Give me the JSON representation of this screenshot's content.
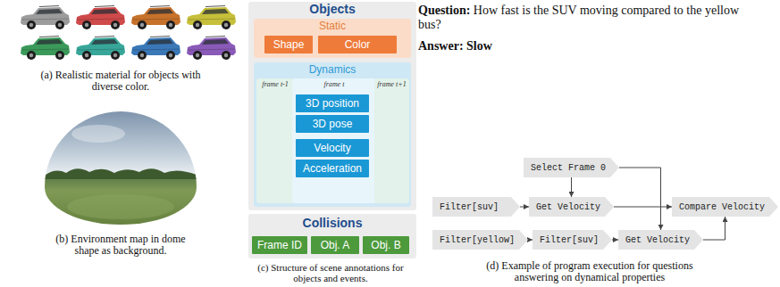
{
  "diagram": {
    "nodes": [
      {
        "text": [
          "Objects"
        ]
      },
      {
        "text": [
          "Static"
        ],
        "in": 0
      },
      {
        "text": [
          "Shape"
        ],
        "in": 1
      },
      {
        "text": [
          "Color"
        ],
        "in": 1
      },
      {
        "text": [
          "Dynamics"
        ],
        "in": 0
      },
      {
        "text": [
          "frame t-1"
        ],
        "in": 4
      },
      {
        "text": [
          "frame t"
        ],
        "in": 4
      },
      {
        "text": [
          "frame t+1"
        ],
        "in": 4
      },
      {
        "text": [
          "3D position"
        ],
        "in": 6
      },
      {
        "text": [
          "3D pose"
        ],
        "in": 6
      },
      {
        "text": [
          "Velocity"
        ],
        "in": 6
      },
      {
        "text": [
          "Acceleration"
        ],
        "in": 6
      },
      {
        "text": [
          "Collisions"
        ]
      },
      {
        "text": [
          "Frame ID"
        ],
        "in": 12
      },
      {
        "text": [
          "Obj. A"
        ],
        "in": 12
      },
      {
        "text": [
          "Obj. B"
        ],
        "in": 12
      },
      {
        "text": [
          "Select Frame 0"
        ]
      },
      {
        "text": [
          "Filter[suv]"
        ]
      },
      {
        "text": [
          "Get Velocity"
        ]
      },
      {
        "text": [
          "Compare Velocity"
        ]
      },
      {
        "text": [
          "Filter[yellow]"
        ]
      },
      {
        "text": [
          "Filter[suv]"
        ]
      },
      {
        "text": [
          "Get Velocity"
        ]
      }
    ],
    "edges": [
      {
        "from": 17,
        "to": 18,
        "arrow": "to"
      },
      {
        "from": 16,
        "to": 18,
        "arrow": "to"
      },
      {
        "from": 18,
        "to": 19,
        "arrow": "to"
      },
      {
        "from": 20,
        "to": 21,
        "arrow": "to"
      },
      {
        "from": 21,
        "to": 22,
        "arrow": "to"
      },
      {
        "from": 16,
        "to": 22,
        "arrow": "to"
      },
      {
        "from": 22,
        "to": 19,
        "arrow": "to"
      }
    ],
    "labels": [
      "(a) Realistic material for objects with diverse color.",
      "(b) Environment map in dome shape as background.",
      "(c) Structure of scene annotations for objects and events.",
      "Question:",
      "How fast is the SUV moving compared to the yellow bus?",
      "Answer: Slow",
      "(d) Example of program execution for questions answering on dynamical properties"
    ]
  }
}
